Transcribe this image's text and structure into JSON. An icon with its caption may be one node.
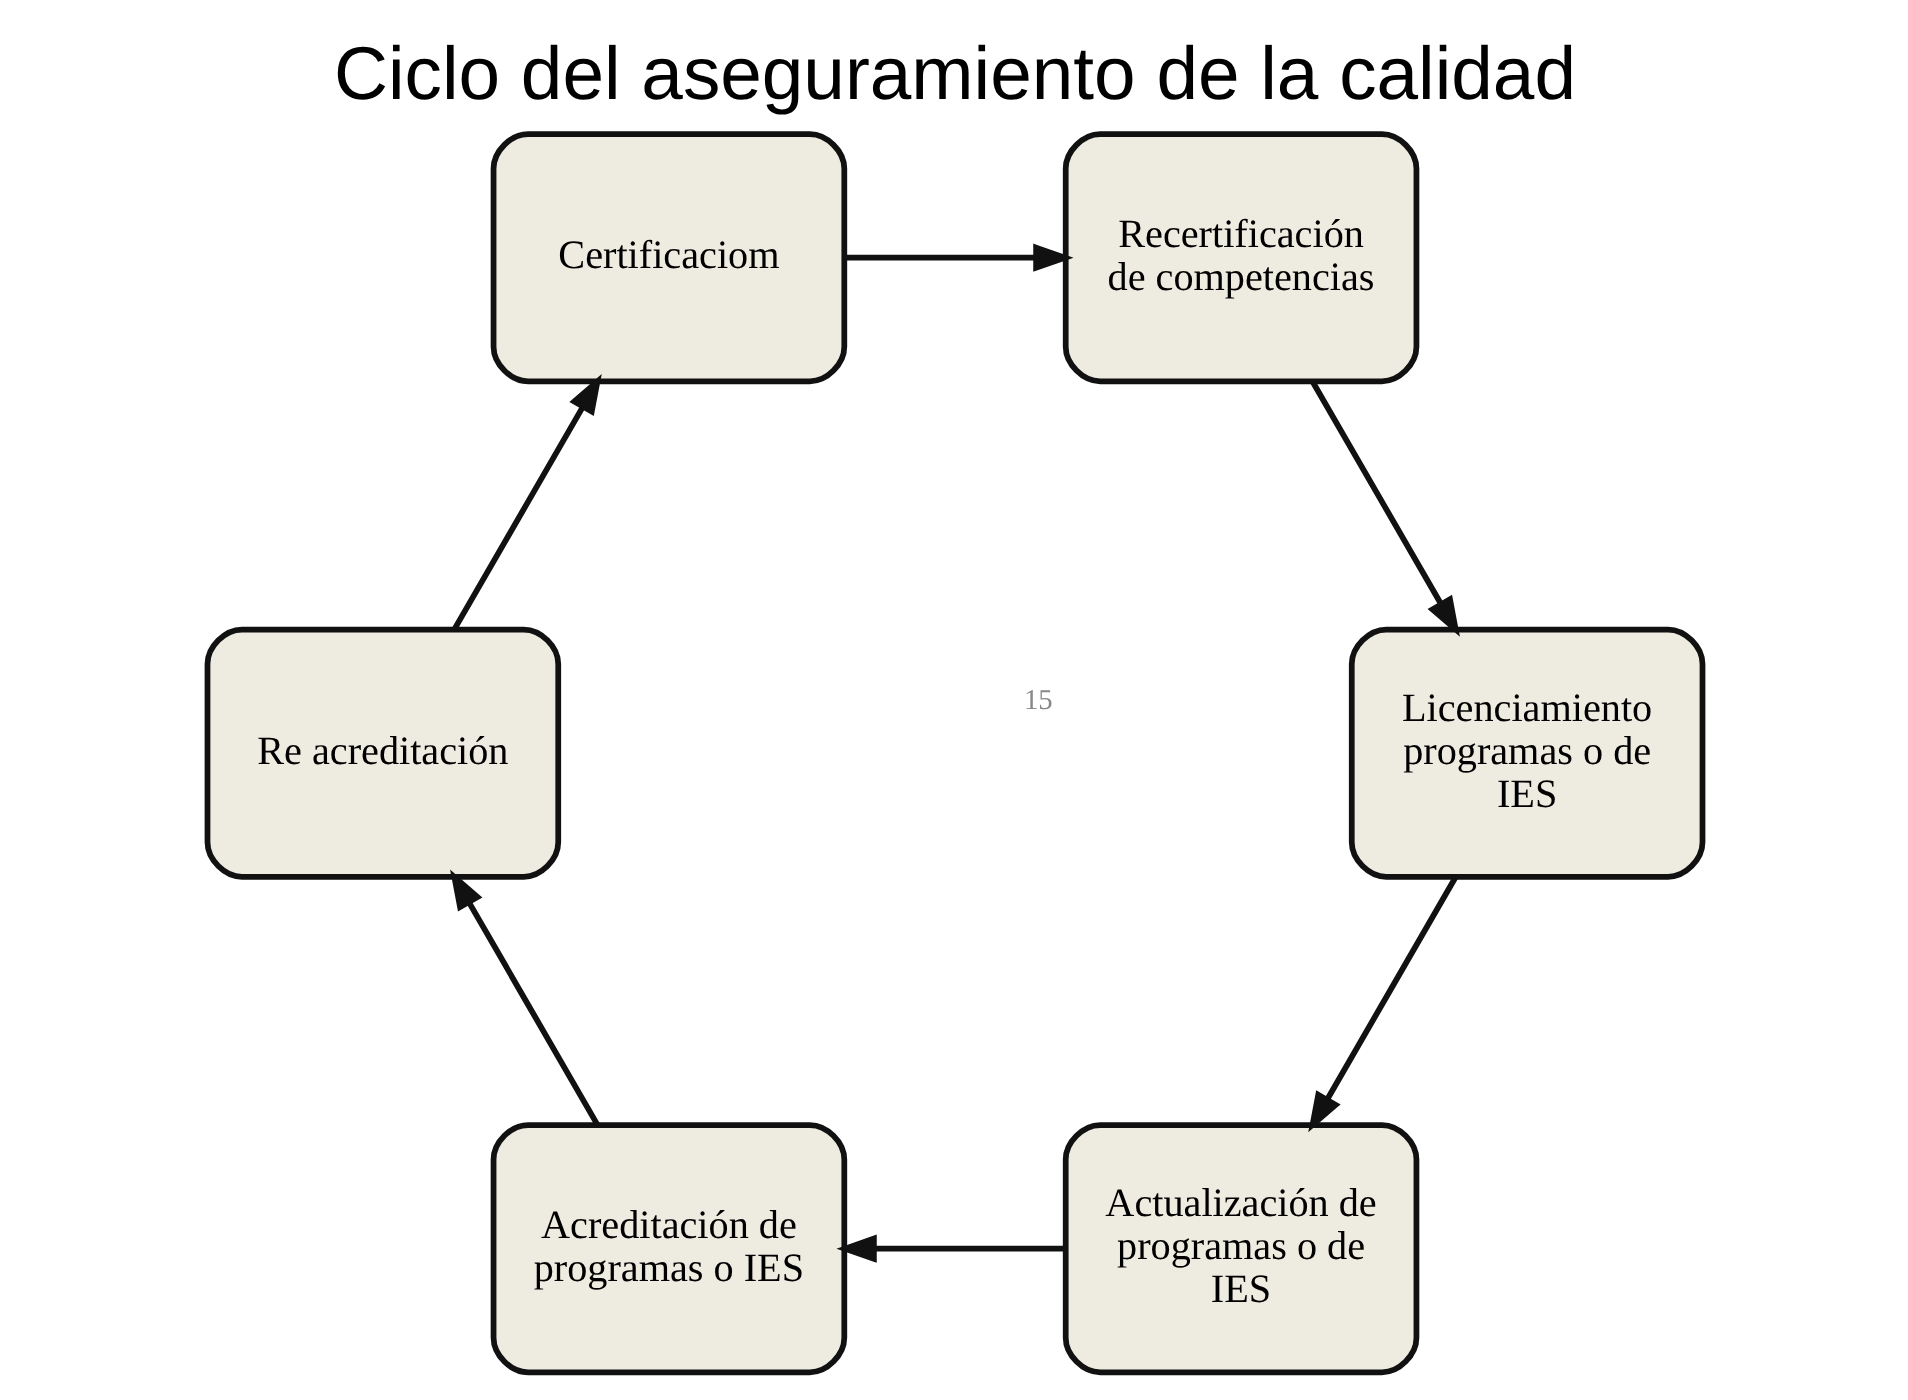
{
  "diagram": {
    "title": "Ciclo del aseguramiento de la calidad",
    "nodes": [
      {
        "text": [
          "Actualización de programas o de IES"
        ]
      },
      {
        "text": [
          "Acreditación de programas o IES"
        ]
      },
      {
        "text": [
          "Re acreditación"
        ]
      },
      {
        "text": [
          "Certificaciom"
        ]
      },
      {
        "text": [
          "Recertificación de competencias"
        ]
      },
      {
        "text": [
          "Licenciamiento programas o de IES"
        ]
      }
    ],
    "edges": [
      {
        "from": 5,
        "to": 0,
        "arrow": "to"
      },
      {
        "from": 0,
        "to": 1,
        "arrow": "to"
      },
      {
        "from": 1,
        "to": 2,
        "arrow": "to"
      },
      {
        "from": 2,
        "to": 3,
        "arrow": "to"
      },
      {
        "from": 3,
        "to": 4,
        "arrow": "to"
      },
      {
        "from": 4,
        "to": 5,
        "arrow": "to"
      }
    ],
    "labels": [
      "15"
    ]
  }
}
